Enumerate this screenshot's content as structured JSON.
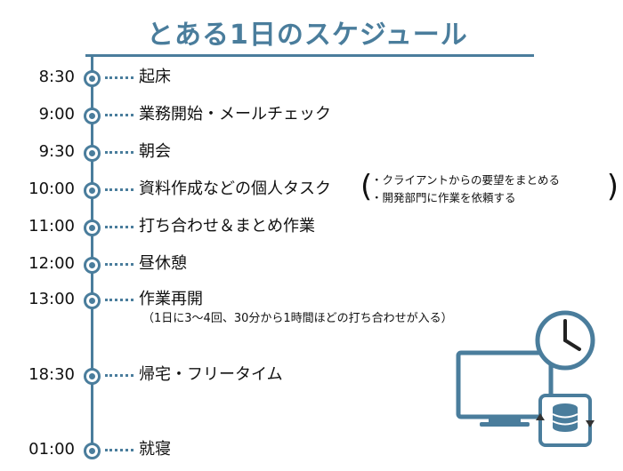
{
  "title": "とある1日のスケジュール",
  "colors": {
    "accent": "#4a7d9c",
    "text": "#111111"
  },
  "schedule": [
    {
      "time": "8:30",
      "label": "起床"
    },
    {
      "time": "9:00",
      "label": "業務開始・メールチェック"
    },
    {
      "time": "9:30",
      "label": "朝会"
    },
    {
      "time": "10:00",
      "label": "資料作成などの個人タスク"
    },
    {
      "time": "11:00",
      "label": "打ち合わせ＆まとめ作業"
    },
    {
      "time": "12:00",
      "label": "昼休憩"
    },
    {
      "time": "13:00",
      "label": "作業再開"
    },
    {
      "time": "18:30",
      "label": "帰宅・フリータイム"
    },
    {
      "time": "01:00",
      "label": "就寝"
    }
  ],
  "note_1000": [
    "・クライアントからの要望をまとめる",
    "・開発部門に作業を依頼する"
  ],
  "note_1300": "（1日に3〜4回、30分から1時間ほどの打ち合わせが入る）",
  "icons": [
    "clock-icon",
    "monitor-icon",
    "database-sync-icon"
  ]
}
